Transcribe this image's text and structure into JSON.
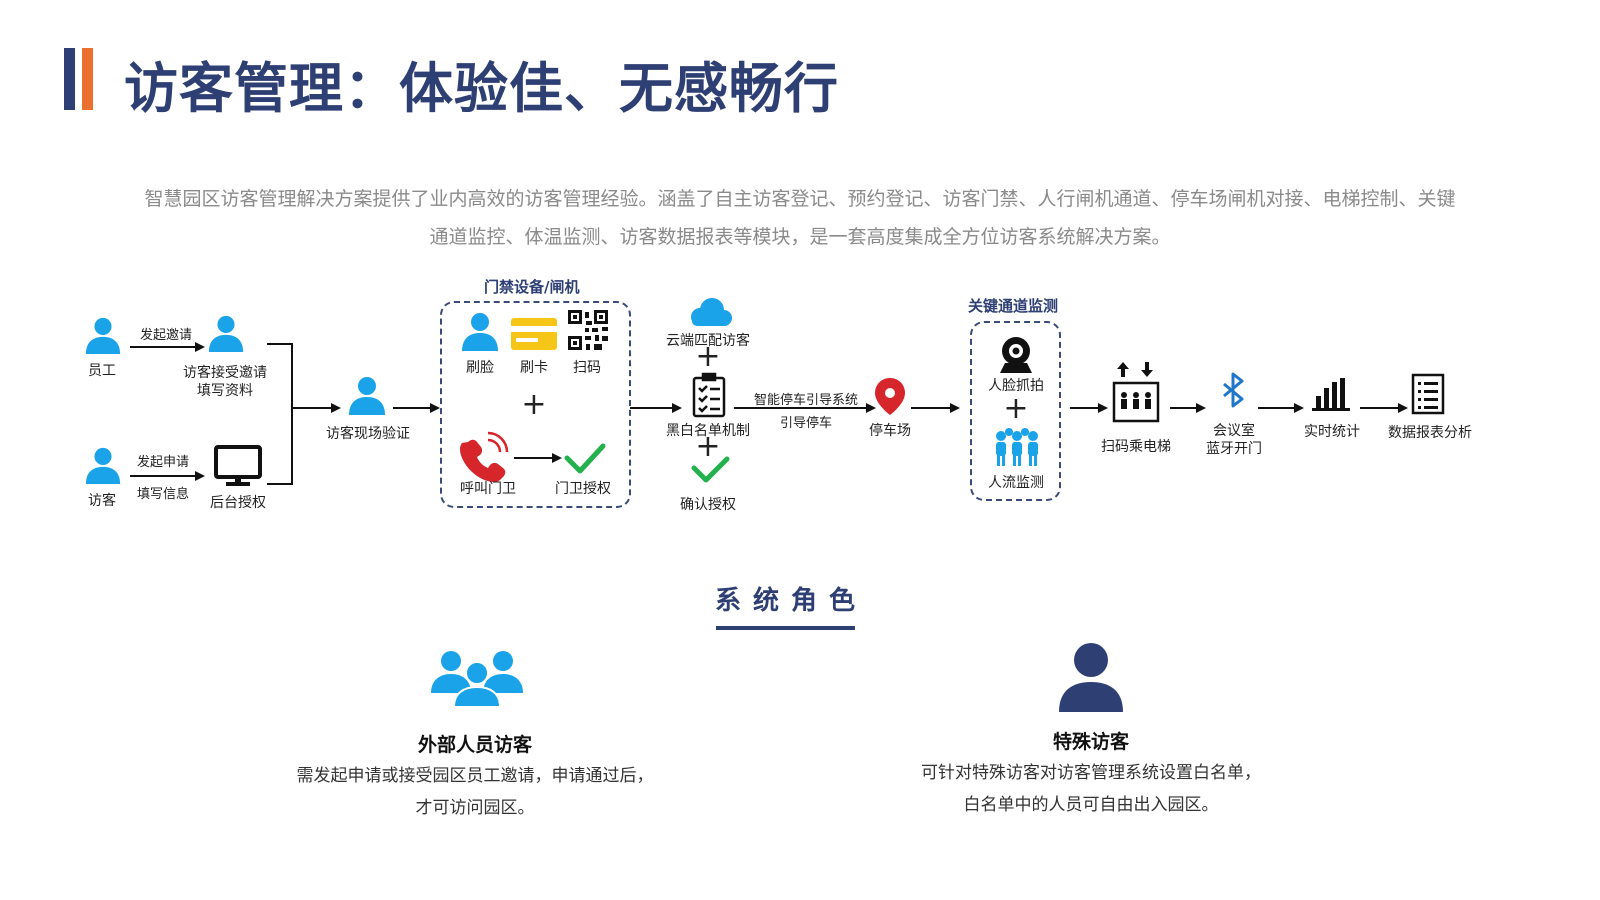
{
  "header": {
    "title": "访客管理：体验佳、无感畅行",
    "intro_line1": "智慧园区访客管理解决方案提供了业内高效的访客管理经验。涵盖了自主访客登记、预约登记、访客门禁、人行闸机通道、停车场闸机对接、电梯控制、关键",
    "intro_line2": "通道监控、体温监测、访客数据报表等模块，是一套高度集成全方位访客系统解决方案。"
  },
  "flow": {
    "employee": "员工",
    "invite_action": "发起邀请",
    "guest_accept_line1": "访客接受邀请",
    "guest_accept_line2": "填写资料",
    "visitor": "访客",
    "apply_action": "发起申请",
    "fill_info": "填写信息",
    "backend_auth": "后台授权",
    "onsite_verify": "访客现场验证",
    "access_group_title": "门禁设备/闸机",
    "face": "刷脸",
    "card": "刷卡",
    "scan": "扫码",
    "call_guard": "呼叫门卫",
    "guard_auth": "门卫授权",
    "cloud_match": "云端匹配访客",
    "blackwhite": "黑白名单机制",
    "confirm_auth": "确认授权",
    "parking_guide_line1": "智能停车引导系统",
    "parking_guide_line2": "引导停车",
    "parking": "停车场",
    "key_channel_title": "关键通道监测",
    "face_capture": "人脸抓拍",
    "crowd_monitor": "人流监测",
    "elevator": "扫码乘电梯",
    "meeting_line1": "会议室",
    "meeting_line2": "蓝牙开门",
    "realtime_stats": "实时统计",
    "report": "数据报表分析",
    "plus": "+"
  },
  "roles": {
    "section_title": "系统角色",
    "external": {
      "title": "外部人员访客",
      "desc_line1": "需发起申请或接受园区员工邀请，申请通过后，",
      "desc_line2": "才可访问园区。"
    },
    "special": {
      "title": "特殊访客",
      "desc_line1": "可针对特殊访客对访客管理系统设置白名单，",
      "desc_line2": "白名单中的人员可自由出入园区。"
    }
  },
  "colors": {
    "navy": "#2e3f74",
    "orange": "#ea7030",
    "sky": "#1aa3e8",
    "green": "#22b14c",
    "red": "#d6252b",
    "gold": "#f5c518",
    "bluetooth": "#1f77c9"
  },
  "icons": [
    "person-icon",
    "card-icon",
    "qr-code-icon",
    "phone-call-icon",
    "check-icon",
    "cloud-icon",
    "checklist-icon",
    "location-pin-icon",
    "webcam-icon",
    "crowd-icon",
    "elevator-icon",
    "bluetooth-icon",
    "bar-chart-icon",
    "report-icon",
    "monitor-icon",
    "group-icon"
  ]
}
